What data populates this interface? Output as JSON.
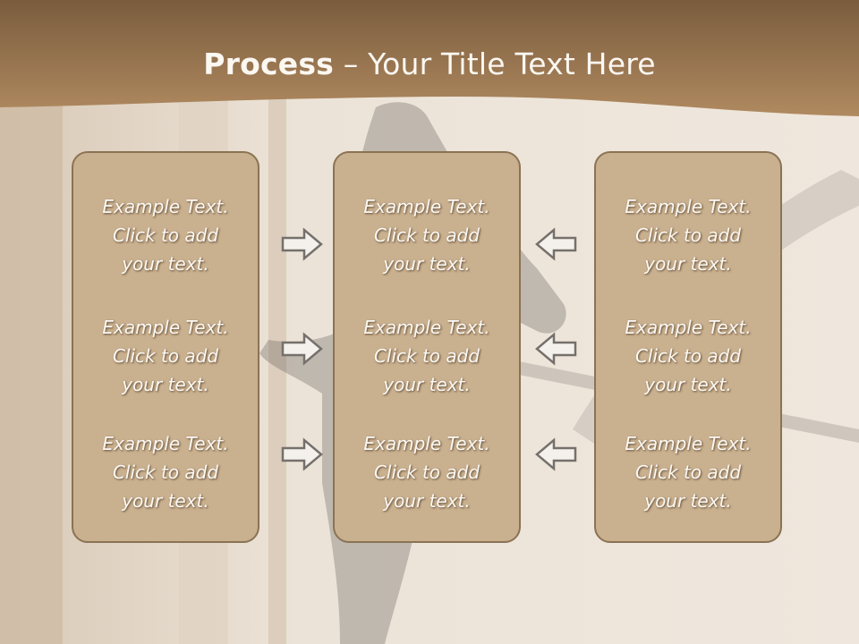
{
  "slide": {
    "title_bold": "Process",
    "title_rest": " – Your Title Text Here",
    "columns": [
      {
        "items": [
          {
            "line1": "Example Text.",
            "line2": "Click  to add",
            "line3": "your text."
          },
          {
            "line1": "Example Text.",
            "line2": "Click  to add",
            "line3": "your text."
          },
          {
            "line1": "Example Text.",
            "line2": "Click  to add",
            "line3": "your text."
          }
        ]
      },
      {
        "items": [
          {
            "line1": "Example Text.",
            "line2": "Click  to add",
            "line3": "your text."
          },
          {
            "line1": "Example Text.",
            "line2": "Click  to add",
            "line3": "your text."
          },
          {
            "line1": "Example Text.",
            "line2": "Click  to add",
            "line3": "your text."
          }
        ]
      },
      {
        "items": [
          {
            "line1": "Example Text.",
            "line2": "Click  to add",
            "line3": "your text."
          },
          {
            "line1": "Example Text.",
            "line2": "Click  to add",
            "line3": "your text."
          },
          {
            "line1": "Example Text.",
            "line2": "Click  to add",
            "line3": "your text."
          }
        ]
      }
    ]
  },
  "colors": {
    "header_band": "#a88158",
    "box_fill": "#c9b08f",
    "box_border": "#8a7354",
    "background": "#ece4da"
  },
  "icons": [
    "arrow-right-icon",
    "arrow-left-icon"
  ]
}
